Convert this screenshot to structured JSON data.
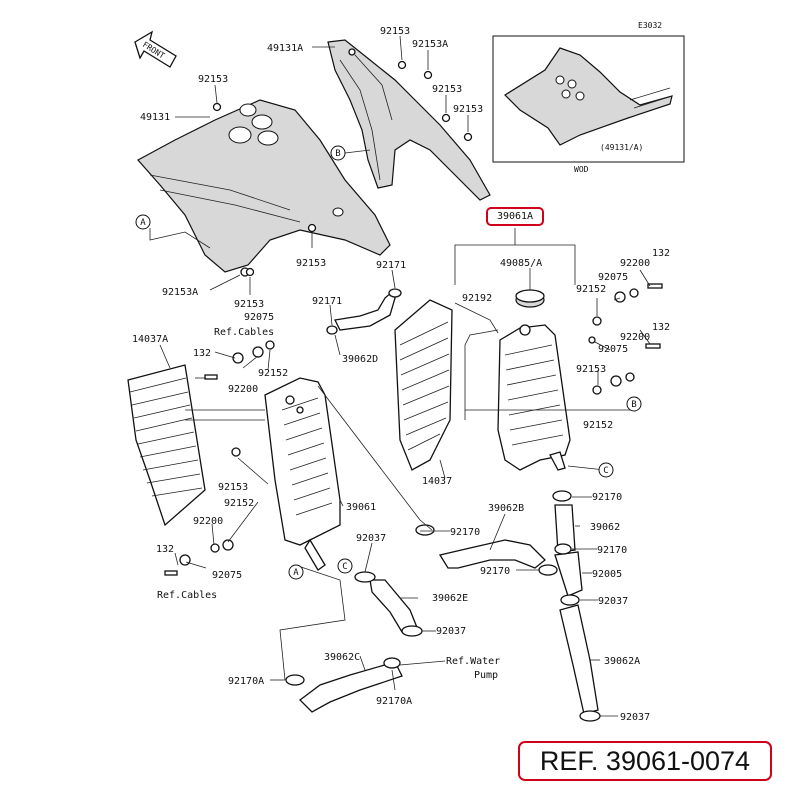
{
  "diagram_code": "E3032",
  "front_label": "FRONT",
  "inset": {
    "variant": "WOD",
    "part_ref": "(49131/A)"
  },
  "highlight_part": "39061A",
  "reference": "REF. 39061-0074",
  "callouts": {
    "a": "A",
    "b": "B",
    "c": "C"
  },
  "labels": {
    "l49131A": "49131A",
    "l92153_1": "92153",
    "l92153A_1": "92153A",
    "l92153_2": "92153",
    "l92153_3": "92153",
    "l49131": "49131",
    "l92153_4": "92153",
    "l92153_5": "92153",
    "l92153A_2": "92153A",
    "l92153_6": "92153",
    "l92171_1": "92171",
    "l92171_2": "92171",
    "l92075_1": "92075",
    "lRefCables_1": "Ref.Cables",
    "l14037A": "14037A",
    "l132_1": "132",
    "l92152_1": "92152",
    "l92200_1": "92200",
    "l39062D": "39062D",
    "l92192": "92192",
    "l49085A": "49085/A",
    "l132_2": "132",
    "l92200_2": "92200",
    "l92075_2": "92075",
    "l92152_2": "92152",
    "l132_3": "132",
    "l92200_3": "92200",
    "l92075_3": "92075",
    "l92153_7": "92153",
    "l92152_3": "92152",
    "l14037": "14037",
    "l92153_8": "92153",
    "l92152_4": "92152",
    "l39061": "39061",
    "l92200_4": "92200",
    "l132_4": "132",
    "l92075_4": "92075",
    "lRefCables_2": "Ref.Cables",
    "l92037_1": "92037",
    "l92170_1": "92170",
    "l39062B": "39062B",
    "l92170_2": "92170",
    "l39062": "39062",
    "l92170_3": "92170",
    "l92170_4": "92170",
    "l92005": "92005",
    "l92037_2": "92037",
    "l39062E": "39062E",
    "l92037_3": "92037",
    "l39062C": "39062C",
    "lRefWater": "Ref.Water",
    "lPump": "Pump",
    "l92170A_1": "92170A",
    "l92170A_2": "92170A",
    "l39062A": "39062A",
    "l92037_4": "92037"
  }
}
